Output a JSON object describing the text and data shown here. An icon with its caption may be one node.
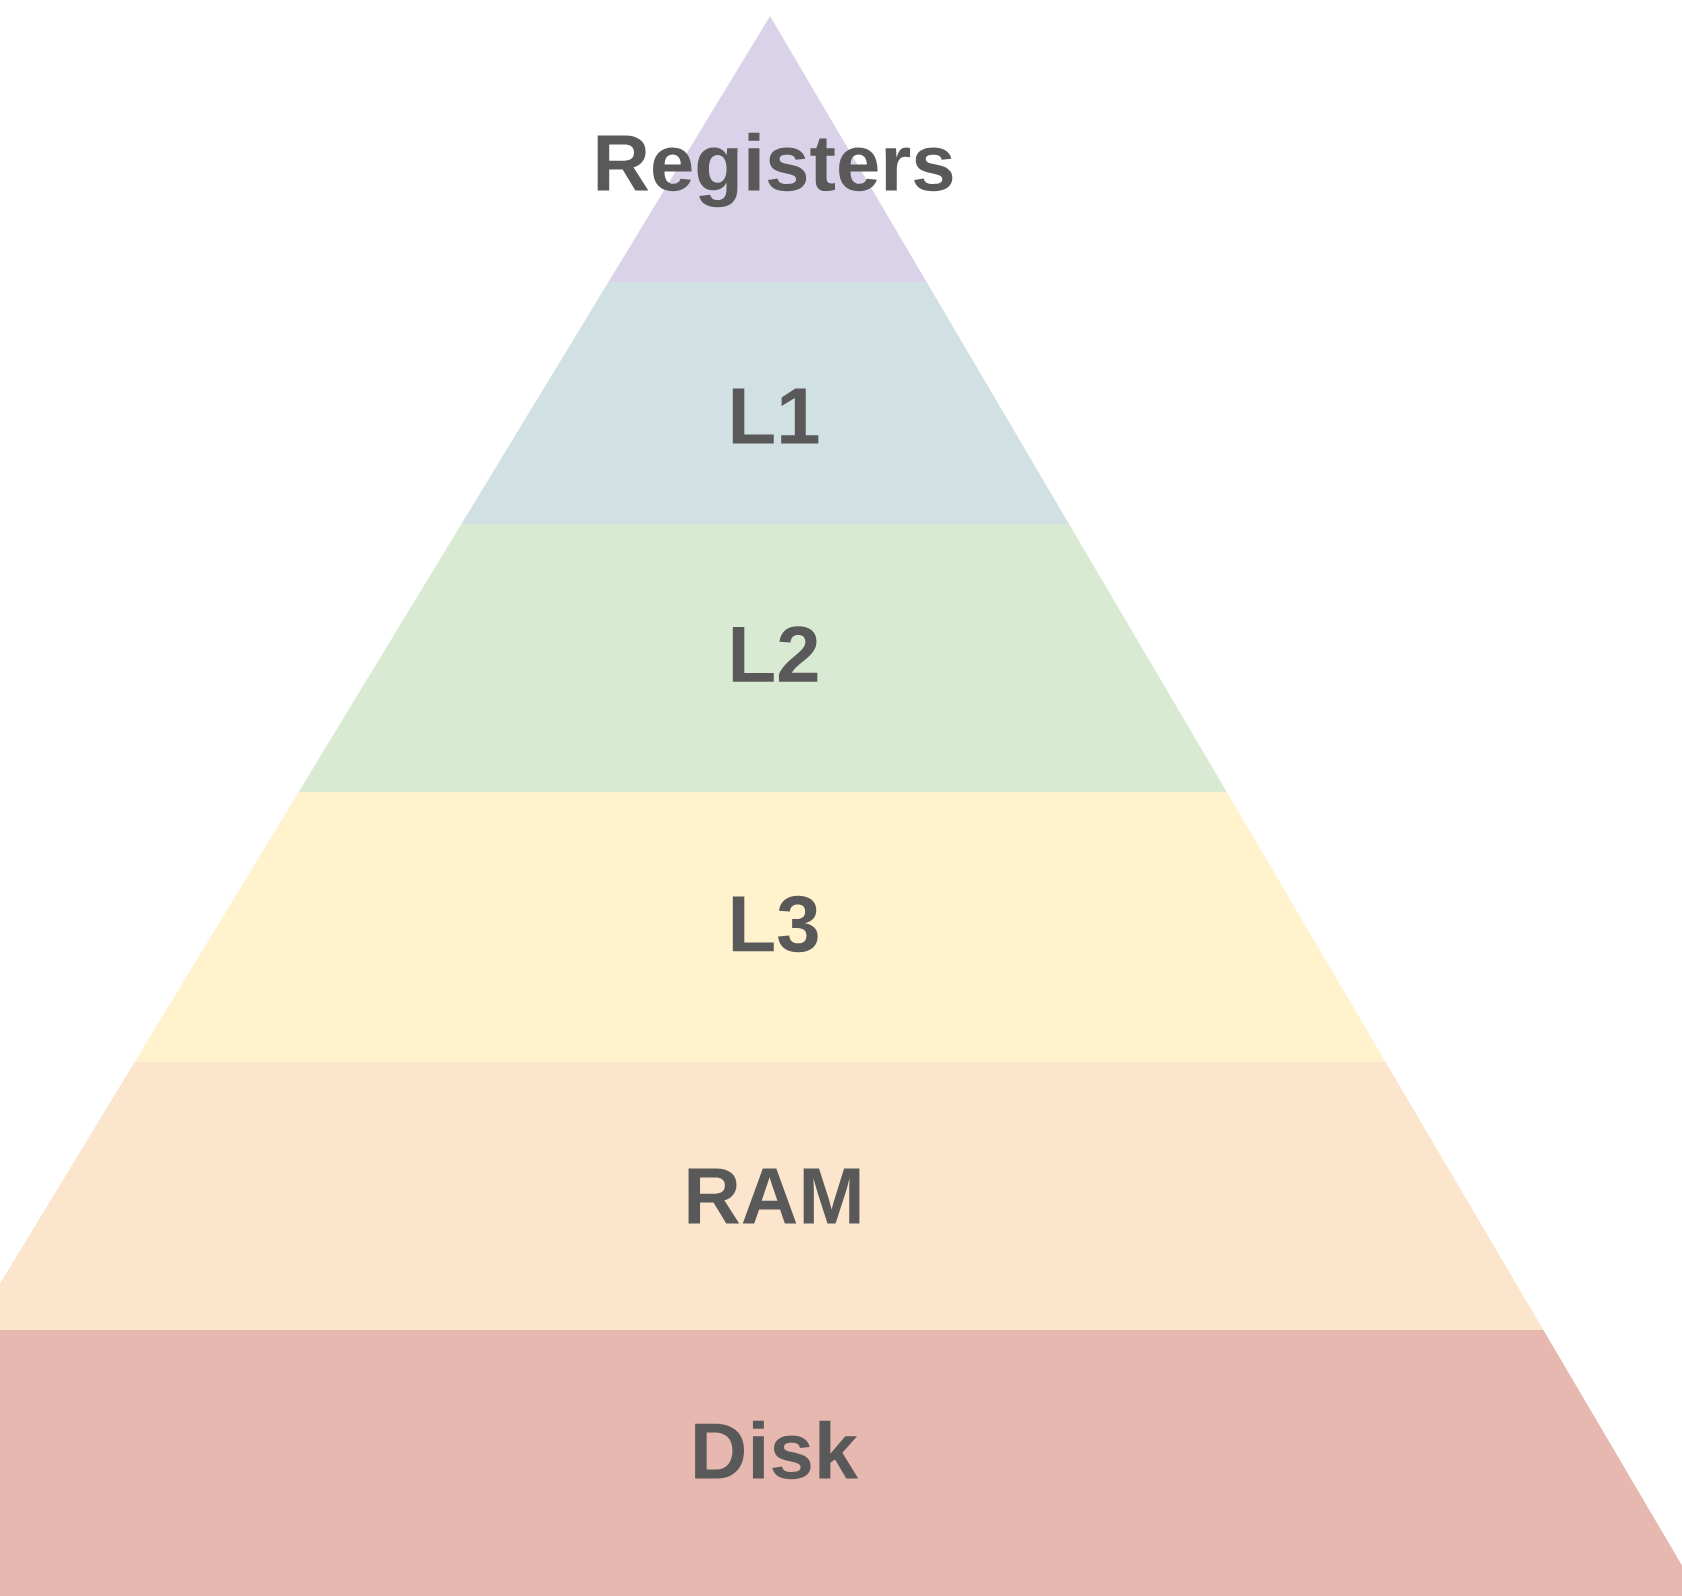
{
  "diagram": {
    "nodes": [
      {
        "text": [
          "Registers"
        ]
      },
      {
        "text": [
          "L1"
        ]
      },
      {
        "text": [
          "L2"
        ]
      },
      {
        "text": [
          "L3"
        ]
      },
      {
        "text": [
          "RAM"
        ]
      },
      {
        "text": [
          "Disk"
        ]
      }
    ]
  }
}
